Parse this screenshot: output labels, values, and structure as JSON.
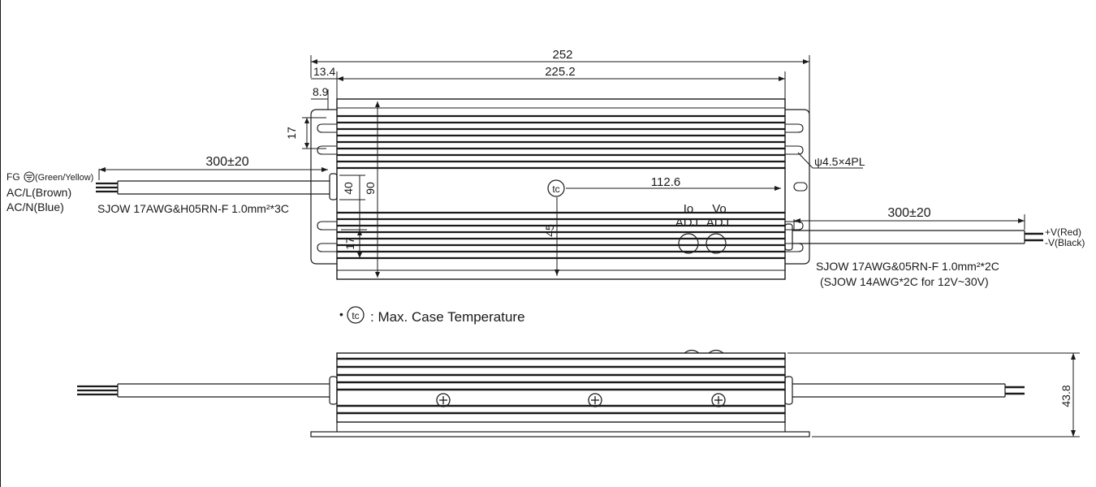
{
  "dimensions": {
    "overall_length": "252",
    "case_length": "225.2",
    "flange_offset": "13.4",
    "hole_offset": "8.9",
    "slot_spacing": "17",
    "slot_spacing_lower": "17",
    "width_inner": "40",
    "width_total": "90",
    "tc_offset_x": "112.6",
    "tc_offset_y": "45",
    "height": "43.8",
    "input_cable_length": "300±20",
    "output_cable_length": "300±20",
    "mounting_holes": "ψ4.5×4PL"
  },
  "input_wires": {
    "fg": "FG",
    "fg_color": "(Green/Yellow)",
    "ac_l": "AC/L(Brown)",
    "ac_n": "AC/N(Blue)",
    "cable_spec": "SJOW 17AWG&H05RN-F 1.0mm²*3C"
  },
  "output_wires": {
    "pos": "+V(Red)",
    "neg": "-V(Black)",
    "cable_spec": "SJOW 17AWG&05RN-F 1.0mm²*2C",
    "cable_spec_alt": "(SJOW 14AWG*2C for 12V~30V)"
  },
  "adjusters": {
    "io_label": "Io",
    "vo_label": "Vo",
    "adj_label_1": "ADJ.",
    "adj_label_2": "ADJ."
  },
  "tc": {
    "symbol": "tc",
    "note_bullet": "•",
    "note_text": ": Max. Case Temperature"
  }
}
